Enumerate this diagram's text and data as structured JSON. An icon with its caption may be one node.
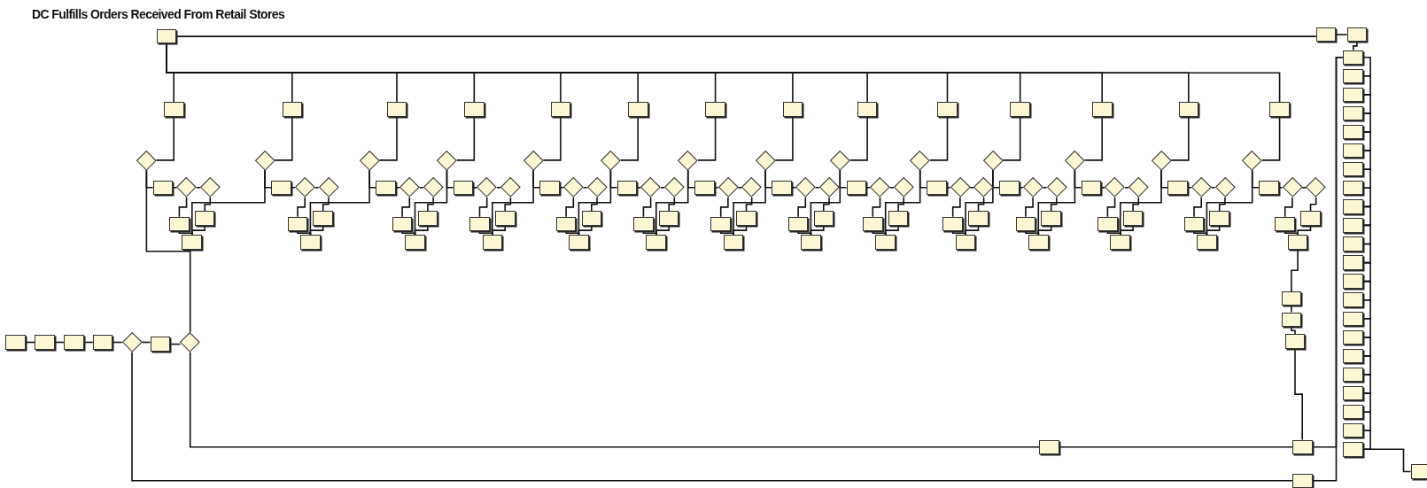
{
  "diagram": {
    "title": "DC Fulfills Orders Received From Retail Stores",
    "nodes": [
      {
        "text": [],
        "shape": "box"
      },
      {
        "text": [],
        "shape": "box"
      },
      {
        "text": [],
        "shape": "box"
      },
      {
        "text": [],
        "shape": "box"
      },
      {
        "text": [],
        "shape": "diamond"
      },
      {
        "text": [],
        "shape": "box"
      },
      {
        "text": [],
        "shape": "diamond"
      },
      {
        "text": [],
        "shape": "box"
      },
      {
        "text": [],
        "shape": "diamond"
      },
      {
        "text": [],
        "shape": "box"
      },
      {
        "text": [],
        "shape": "box"
      },
      {
        "text": [],
        "shape": "diamond"
      },
      {
        "text": [],
        "shape": "diamond"
      },
      {
        "text": [],
        "shape": "box"
      },
      {
        "text": [],
        "shape": "box"
      },
      {
        "text": [],
        "shape": "box"
      },
      {
        "text": [],
        "shape": "diamond"
      },
      {
        "text": [],
        "shape": "box"
      },
      {
        "text": [],
        "shape": "box"
      },
      {
        "text": [],
        "shape": "diamond"
      },
      {
        "text": [],
        "shape": "diamond"
      },
      {
        "text": [],
        "shape": "box"
      },
      {
        "text": [],
        "shape": "box"
      },
      {
        "text": [],
        "shape": "box"
      },
      {
        "text": [],
        "shape": "diamond"
      },
      {
        "text": [],
        "shape": "box"
      },
      {
        "text": [],
        "shape": "box"
      },
      {
        "text": [],
        "shape": "diamond"
      },
      {
        "text": [],
        "shape": "diamond"
      },
      {
        "text": [],
        "shape": "box"
      },
      {
        "text": [],
        "shape": "box"
      },
      {
        "text": [],
        "shape": "box"
      },
      {
        "text": [],
        "shape": "diamond"
      },
      {
        "text": [],
        "shape": "box"
      },
      {
        "text": [],
        "shape": "box"
      },
      {
        "text": [],
        "shape": "diamond"
      },
      {
        "text": [],
        "shape": "diamond"
      },
      {
        "text": [],
        "shape": "box"
      },
      {
        "text": [],
        "shape": "box"
      },
      {
        "text": [],
        "shape": "box"
      },
      {
        "text": [],
        "shape": "diamond"
      },
      {
        "text": [],
        "shape": "box"
      },
      {
        "text": [],
        "shape": "box"
      },
      {
        "text": [],
        "shape": "diamond"
      },
      {
        "text": [],
        "shape": "diamond"
      },
      {
        "text": [],
        "shape": "box"
      },
      {
        "text": [],
        "shape": "box"
      },
      {
        "text": [],
        "shape": "box"
      },
      {
        "text": [],
        "shape": "diamond"
      },
      {
        "text": [],
        "shape": "box"
      },
      {
        "text": [],
        "shape": "box"
      },
      {
        "text": [],
        "shape": "diamond"
      },
      {
        "text": [],
        "shape": "diamond"
      },
      {
        "text": [],
        "shape": "box"
      },
      {
        "text": [],
        "shape": "box"
      },
      {
        "text": [],
        "shape": "box"
      },
      {
        "text": [],
        "shape": "diamond"
      },
      {
        "text": [],
        "shape": "box"
      },
      {
        "text": [],
        "shape": "box"
      },
      {
        "text": [],
        "shape": "diamond"
      },
      {
        "text": [],
        "shape": "diamond"
      },
      {
        "text": [],
        "shape": "box"
      },
      {
        "text": [],
        "shape": "box"
      },
      {
        "text": [],
        "shape": "box"
      },
      {
        "text": [],
        "shape": "diamond"
      },
      {
        "text": [],
        "shape": "box"
      },
      {
        "text": [],
        "shape": "box"
      },
      {
        "text": [],
        "shape": "diamond"
      },
      {
        "text": [],
        "shape": "diamond"
      },
      {
        "text": [],
        "shape": "box"
      },
      {
        "text": [],
        "shape": "box"
      },
      {
        "text": [],
        "shape": "box"
      },
      {
        "text": [],
        "shape": "diamond"
      },
      {
        "text": [],
        "shape": "box"
      },
      {
        "text": [],
        "shape": "box"
      },
      {
        "text": [],
        "shape": "diamond"
      },
      {
        "text": [],
        "shape": "diamond"
      },
      {
        "text": [],
        "shape": "box"
      },
      {
        "text": [],
        "shape": "box"
      },
      {
        "text": [],
        "shape": "box"
      },
      {
        "text": [],
        "shape": "diamond"
      },
      {
        "text": [],
        "shape": "box"
      },
      {
        "text": [],
        "shape": "box"
      },
      {
        "text": [],
        "shape": "diamond"
      },
      {
        "text": [],
        "shape": "diamond"
      },
      {
        "text": [],
        "shape": "box"
      },
      {
        "text": [],
        "shape": "box"
      },
      {
        "text": [],
        "shape": "box"
      },
      {
        "text": [],
        "shape": "diamond"
      },
      {
        "text": [],
        "shape": "box"
      },
      {
        "text": [],
        "shape": "box"
      },
      {
        "text": [],
        "shape": "diamond"
      },
      {
        "text": [],
        "shape": "diamond"
      },
      {
        "text": [],
        "shape": "box"
      },
      {
        "text": [],
        "shape": "box"
      },
      {
        "text": [],
        "shape": "box"
      },
      {
        "text": [],
        "shape": "diamond"
      },
      {
        "text": [],
        "shape": "box"
      },
      {
        "text": [],
        "shape": "box"
      },
      {
        "text": [],
        "shape": "diamond"
      },
      {
        "text": [],
        "shape": "diamond"
      },
      {
        "text": [],
        "shape": "box"
      },
      {
        "text": [],
        "shape": "box"
      },
      {
        "text": [],
        "shape": "box"
      },
      {
        "text": [],
        "shape": "diamond"
      },
      {
        "text": [],
        "shape": "box"
      },
      {
        "text": [],
        "shape": "box"
      },
      {
        "text": [],
        "shape": "diamond"
      },
      {
        "text": [],
        "shape": "diamond"
      },
      {
        "text": [],
        "shape": "box"
      },
      {
        "text": [],
        "shape": "box"
      },
      {
        "text": [],
        "shape": "box"
      },
      {
        "text": [],
        "shape": "diamond"
      },
      {
        "text": [],
        "shape": "box"
      },
      {
        "text": [],
        "shape": "box"
      },
      {
        "text": [],
        "shape": "diamond"
      },
      {
        "text": [],
        "shape": "diamond"
      },
      {
        "text": [],
        "shape": "box"
      },
      {
        "text": [],
        "shape": "box"
      },
      {
        "text": [],
        "shape": "box"
      },
      {
        "text": [],
        "shape": "box"
      },
      {
        "text": [],
        "shape": "box"
      },
      {
        "text": [],
        "shape": "box"
      },
      {
        "text": [],
        "shape": "box"
      },
      {
        "text": [],
        "shape": "box"
      },
      {
        "text": [],
        "shape": "box"
      },
      {
        "text": [],
        "shape": "box"
      },
      {
        "text": [],
        "shape": "box"
      },
      {
        "text": [],
        "shape": "box"
      },
      {
        "text": [],
        "shape": "box"
      },
      {
        "text": [],
        "shape": "box"
      },
      {
        "text": [],
        "shape": "box"
      },
      {
        "text": [],
        "shape": "box"
      },
      {
        "text": [],
        "shape": "box"
      },
      {
        "text": [],
        "shape": "box"
      },
      {
        "text": [],
        "shape": "box"
      },
      {
        "text": [],
        "shape": "box"
      },
      {
        "text": [],
        "shape": "box"
      },
      {
        "text": [],
        "shape": "box"
      },
      {
        "text": [],
        "shape": "box"
      },
      {
        "text": [],
        "shape": "box"
      },
      {
        "text": [],
        "shape": "box"
      },
      {
        "text": [],
        "shape": "box"
      },
      {
        "text": [],
        "shape": "box"
      },
      {
        "text": [],
        "shape": "box"
      },
      {
        "text": [],
        "shape": "box"
      },
      {
        "text": [],
        "shape": "box"
      },
      {
        "text": [],
        "shape": "box"
      },
      {
        "text": [],
        "shape": "box"
      },
      {
        "text": [],
        "shape": "box"
      },
      {
        "text": [],
        "shape": "box"
      }
    ],
    "edges": [
      {
        "from": 0,
        "to": 1,
        "arrow": "none"
      },
      {
        "from": 1,
        "to": 2,
        "arrow": "none"
      },
      {
        "from": 2,
        "to": 3,
        "arrow": "none"
      },
      {
        "from": 3,
        "to": 4,
        "arrow": "none"
      },
      {
        "from": 4,
        "to": 5,
        "arrow": "none"
      },
      {
        "from": 5,
        "to": 6,
        "arrow": "none"
      },
      {
        "from": 6,
        "to": 8,
        "arrow": "none"
      },
      {
        "from": 4,
        "to": 125,
        "arrow": "none"
      },
      {
        "from": 6,
        "to": 123,
        "arrow": "none"
      },
      {
        "from": 123,
        "to": 124,
        "arrow": "none"
      },
      {
        "from": 8,
        "to": 9,
        "arrow": "none"
      },
      {
        "from": 8,
        "to": 10,
        "arrow": "none"
      },
      {
        "from": 10,
        "to": 11,
        "arrow": "none"
      },
      {
        "from": 11,
        "to": 12,
        "arrow": "none"
      },
      {
        "from": 11,
        "to": 13,
        "arrow": "none"
      },
      {
        "from": 12,
        "to": 14,
        "arrow": "none"
      },
      {
        "from": 13,
        "to": 15,
        "arrow": "none"
      },
      {
        "from": 14,
        "to": 15,
        "arrow": "none"
      },
      {
        "from": 9,
        "to": 7,
        "arrow": "none"
      },
      {
        "from": 15,
        "to": 16,
        "arrow": "none"
      },
      {
        "from": 16,
        "to": 17,
        "arrow": "none"
      },
      {
        "from": 16,
        "to": 18,
        "arrow": "none"
      },
      {
        "from": 18,
        "to": 19,
        "arrow": "none"
      },
      {
        "from": 19,
        "to": 20,
        "arrow": "none"
      },
      {
        "from": 19,
        "to": 21,
        "arrow": "none"
      },
      {
        "from": 20,
        "to": 22,
        "arrow": "none"
      },
      {
        "from": 21,
        "to": 23,
        "arrow": "none"
      },
      {
        "from": 22,
        "to": 23,
        "arrow": "none"
      },
      {
        "from": 17,
        "to": 7,
        "arrow": "none"
      },
      {
        "from": 23,
        "to": 24,
        "arrow": "none"
      },
      {
        "from": 24,
        "to": 25,
        "arrow": "none"
      },
      {
        "from": 24,
        "to": 26,
        "arrow": "none"
      },
      {
        "from": 26,
        "to": 27,
        "arrow": "none"
      },
      {
        "from": 27,
        "to": 28,
        "arrow": "none"
      },
      {
        "from": 27,
        "to": 29,
        "arrow": "none"
      },
      {
        "from": 28,
        "to": 30,
        "arrow": "none"
      },
      {
        "from": 29,
        "to": 31,
        "arrow": "none"
      },
      {
        "from": 30,
        "to": 31,
        "arrow": "none"
      },
      {
        "from": 25,
        "to": 7,
        "arrow": "none"
      },
      {
        "from": 31,
        "to": 32,
        "arrow": "none"
      },
      {
        "from": 32,
        "to": 33,
        "arrow": "none"
      },
      {
        "from": 32,
        "to": 34,
        "arrow": "none"
      },
      {
        "from": 34,
        "to": 35,
        "arrow": "none"
      },
      {
        "from": 35,
        "to": 36,
        "arrow": "none"
      },
      {
        "from": 35,
        "to": 37,
        "arrow": "none"
      },
      {
        "from": 36,
        "to": 38,
        "arrow": "none"
      },
      {
        "from": 37,
        "to": 39,
        "arrow": "none"
      },
      {
        "from": 38,
        "to": 39,
        "arrow": "none"
      },
      {
        "from": 33,
        "to": 7,
        "arrow": "none"
      },
      {
        "from": 39,
        "to": 40,
        "arrow": "none"
      },
      {
        "from": 40,
        "to": 41,
        "arrow": "none"
      },
      {
        "from": 40,
        "to": 42,
        "arrow": "none"
      },
      {
        "from": 42,
        "to": 43,
        "arrow": "none"
      },
      {
        "from": 43,
        "to": 44,
        "arrow": "none"
      },
      {
        "from": 43,
        "to": 45,
        "arrow": "none"
      },
      {
        "from": 44,
        "to": 46,
        "arrow": "none"
      },
      {
        "from": 45,
        "to": 47,
        "arrow": "none"
      },
      {
        "from": 46,
        "to": 47,
        "arrow": "none"
      },
      {
        "from": 41,
        "to": 7,
        "arrow": "none"
      },
      {
        "from": 47,
        "to": 48,
        "arrow": "none"
      },
      {
        "from": 48,
        "to": 49,
        "arrow": "none"
      },
      {
        "from": 48,
        "to": 50,
        "arrow": "none"
      },
      {
        "from": 50,
        "to": 51,
        "arrow": "none"
      },
      {
        "from": 51,
        "to": 52,
        "arrow": "none"
      },
      {
        "from": 51,
        "to": 53,
        "arrow": "none"
      },
      {
        "from": 52,
        "to": 54,
        "arrow": "none"
      },
      {
        "from": 53,
        "to": 55,
        "arrow": "none"
      },
      {
        "from": 54,
        "to": 55,
        "arrow": "none"
      },
      {
        "from": 49,
        "to": 7,
        "arrow": "none"
      },
      {
        "from": 55,
        "to": 56,
        "arrow": "none"
      },
      {
        "from": 56,
        "to": 57,
        "arrow": "none"
      },
      {
        "from": 56,
        "to": 58,
        "arrow": "none"
      },
      {
        "from": 58,
        "to": 59,
        "arrow": "none"
      },
      {
        "from": 59,
        "to": 60,
        "arrow": "none"
      },
      {
        "from": 59,
        "to": 61,
        "arrow": "none"
      },
      {
        "from": 60,
        "to": 62,
        "arrow": "none"
      },
      {
        "from": 61,
        "to": 63,
        "arrow": "none"
      },
      {
        "from": 62,
        "to": 63,
        "arrow": "none"
      },
      {
        "from": 57,
        "to": 7,
        "arrow": "none"
      },
      {
        "from": 63,
        "to": 64,
        "arrow": "none"
      },
      {
        "from": 64,
        "to": 65,
        "arrow": "none"
      },
      {
        "from": 64,
        "to": 66,
        "arrow": "none"
      },
      {
        "from": 66,
        "to": 67,
        "arrow": "none"
      },
      {
        "from": 67,
        "to": 68,
        "arrow": "none"
      },
      {
        "from": 67,
        "to": 69,
        "arrow": "none"
      },
      {
        "from": 68,
        "to": 70,
        "arrow": "none"
      },
      {
        "from": 69,
        "to": 71,
        "arrow": "none"
      },
      {
        "from": 70,
        "to": 71,
        "arrow": "none"
      },
      {
        "from": 65,
        "to": 7,
        "arrow": "none"
      },
      {
        "from": 71,
        "to": 72,
        "arrow": "none"
      },
      {
        "from": 72,
        "to": 73,
        "arrow": "none"
      },
      {
        "from": 72,
        "to": 74,
        "arrow": "none"
      },
      {
        "from": 74,
        "to": 75,
        "arrow": "none"
      },
      {
        "from": 75,
        "to": 76,
        "arrow": "none"
      },
      {
        "from": 75,
        "to": 77,
        "arrow": "none"
      },
      {
        "from": 76,
        "to": 78,
        "arrow": "none"
      },
      {
        "from": 77,
        "to": 79,
        "arrow": "none"
      },
      {
        "from": 78,
        "to": 79,
        "arrow": "none"
      },
      {
        "from": 73,
        "to": 7,
        "arrow": "none"
      },
      {
        "from": 79,
        "to": 80,
        "arrow": "none"
      },
      {
        "from": 80,
        "to": 81,
        "arrow": "none"
      },
      {
        "from": 80,
        "to": 82,
        "arrow": "none"
      },
      {
        "from": 82,
        "to": 83,
        "arrow": "none"
      },
      {
        "from": 83,
        "to": 84,
        "arrow": "none"
      },
      {
        "from": 83,
        "to": 85,
        "arrow": "none"
      },
      {
        "from": 84,
        "to": 86,
        "arrow": "none"
      },
      {
        "from": 85,
        "to": 87,
        "arrow": "none"
      },
      {
        "from": 86,
        "to": 87,
        "arrow": "none"
      },
      {
        "from": 81,
        "to": 7,
        "arrow": "none"
      },
      {
        "from": 87,
        "to": 88,
        "arrow": "none"
      },
      {
        "from": 88,
        "to": 89,
        "arrow": "none"
      },
      {
        "from": 88,
        "to": 90,
        "arrow": "none"
      },
      {
        "from": 90,
        "to": 91,
        "arrow": "none"
      },
      {
        "from": 91,
        "to": 92,
        "arrow": "none"
      },
      {
        "from": 91,
        "to": 93,
        "arrow": "none"
      },
      {
        "from": 92,
        "to": 94,
        "arrow": "none"
      },
      {
        "from": 93,
        "to": 95,
        "arrow": "none"
      },
      {
        "from": 94,
        "to": 95,
        "arrow": "none"
      },
      {
        "from": 89,
        "to": 7,
        "arrow": "none"
      },
      {
        "from": 95,
        "to": 96,
        "arrow": "none"
      },
      {
        "from": 96,
        "to": 97,
        "arrow": "none"
      },
      {
        "from": 96,
        "to": 98,
        "arrow": "none"
      },
      {
        "from": 98,
        "to": 99,
        "arrow": "none"
      },
      {
        "from": 99,
        "to": 100,
        "arrow": "none"
      },
      {
        "from": 99,
        "to": 101,
        "arrow": "none"
      },
      {
        "from": 100,
        "to": 102,
        "arrow": "none"
      },
      {
        "from": 101,
        "to": 103,
        "arrow": "none"
      },
      {
        "from": 102,
        "to": 103,
        "arrow": "none"
      },
      {
        "from": 97,
        "to": 7,
        "arrow": "none"
      },
      {
        "from": 103,
        "to": 104,
        "arrow": "none"
      },
      {
        "from": 104,
        "to": 105,
        "arrow": "none"
      },
      {
        "from": 104,
        "to": 106,
        "arrow": "none"
      },
      {
        "from": 106,
        "to": 107,
        "arrow": "none"
      },
      {
        "from": 107,
        "to": 108,
        "arrow": "none"
      },
      {
        "from": 107,
        "to": 109,
        "arrow": "none"
      },
      {
        "from": 108,
        "to": 110,
        "arrow": "none"
      },
      {
        "from": 109,
        "to": 111,
        "arrow": "none"
      },
      {
        "from": 110,
        "to": 111,
        "arrow": "none"
      },
      {
        "from": 105,
        "to": 7,
        "arrow": "none"
      },
      {
        "from": 111,
        "to": 112,
        "arrow": "none"
      },
      {
        "from": 112,
        "to": 113,
        "arrow": "none"
      },
      {
        "from": 112,
        "to": 114,
        "arrow": "none"
      },
      {
        "from": 114,
        "to": 115,
        "arrow": "none"
      },
      {
        "from": 115,
        "to": 116,
        "arrow": "none"
      },
      {
        "from": 115,
        "to": 117,
        "arrow": "none"
      },
      {
        "from": 116,
        "to": 118,
        "arrow": "none"
      },
      {
        "from": 117,
        "to": 119,
        "arrow": "none"
      },
      {
        "from": 118,
        "to": 119,
        "arrow": "none"
      },
      {
        "from": 113,
        "to": 7,
        "arrow": "none"
      },
      {
        "from": 119,
        "to": 120,
        "arrow": "none"
      },
      {
        "from": 120,
        "to": 121,
        "arrow": "none"
      },
      {
        "from": 121,
        "to": 122,
        "arrow": "none"
      },
      {
        "from": 122,
        "to": 124,
        "arrow": "none"
      },
      {
        "from": 124,
        "to": 128,
        "arrow": "none"
      },
      {
        "from": 125,
        "to": 128,
        "arrow": "none"
      },
      {
        "from": 7,
        "to": 126,
        "arrow": "none"
      },
      {
        "from": 126,
        "to": 127,
        "arrow": "none"
      },
      {
        "from": 127,
        "to": 128,
        "arrow": "none"
      },
      {
        "from": 128,
        "to": 129,
        "arrow": "none"
      },
      {
        "from": 129,
        "to": 130,
        "arrow": "none"
      },
      {
        "from": 130,
        "to": 131,
        "arrow": "none"
      },
      {
        "from": 131,
        "to": 132,
        "arrow": "none"
      },
      {
        "from": 132,
        "to": 133,
        "arrow": "none"
      },
      {
        "from": 133,
        "to": 134,
        "arrow": "none"
      },
      {
        "from": 134,
        "to": 135,
        "arrow": "none"
      },
      {
        "from": 135,
        "to": 136,
        "arrow": "none"
      },
      {
        "from": 136,
        "to": 137,
        "arrow": "none"
      },
      {
        "from": 137,
        "to": 138,
        "arrow": "none"
      },
      {
        "from": 138,
        "to": 139,
        "arrow": "none"
      },
      {
        "from": 139,
        "to": 140,
        "arrow": "none"
      },
      {
        "from": 140,
        "to": 141,
        "arrow": "none"
      },
      {
        "from": 141,
        "to": 142,
        "arrow": "none"
      },
      {
        "from": 142,
        "to": 143,
        "arrow": "none"
      },
      {
        "from": 143,
        "to": 144,
        "arrow": "none"
      },
      {
        "from": 144,
        "to": 145,
        "arrow": "none"
      },
      {
        "from": 145,
        "to": 146,
        "arrow": "none"
      },
      {
        "from": 146,
        "to": 147,
        "arrow": "none"
      },
      {
        "from": 147,
        "to": 148,
        "arrow": "none"
      },
      {
        "from": 148,
        "to": 149,
        "arrow": "none"
      },
      {
        "from": 149,
        "to": 150,
        "arrow": "none"
      }
    ]
  }
}
